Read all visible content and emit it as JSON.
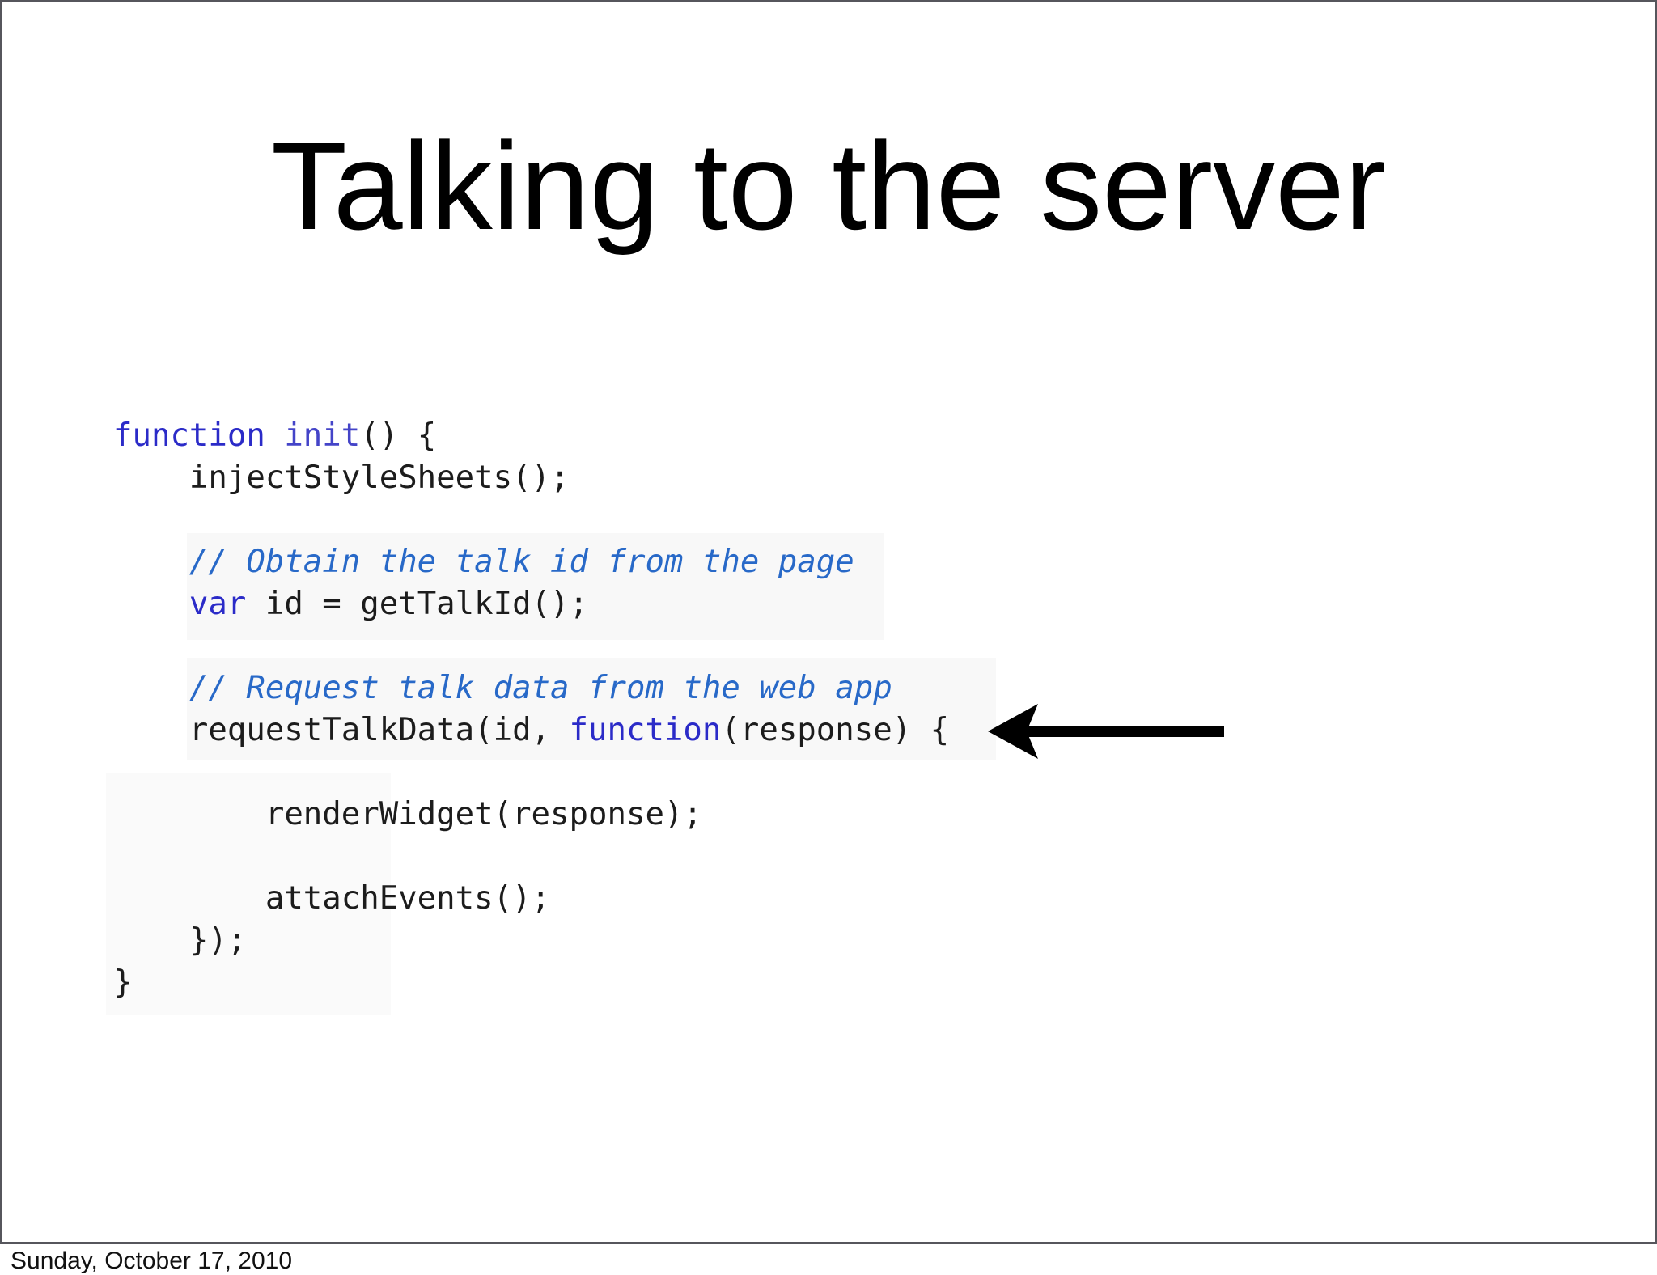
{
  "slide": {
    "title": "Talking to the server",
    "footer": "Sunday, October 17, 2010"
  },
  "colors": {
    "keyword": "#2b2bc8",
    "function_name": "#4444c8",
    "comment": "#2869c8",
    "code_text": "#1c1c1c",
    "frame_border": "#56565c",
    "arrow": "#000000",
    "background": "#ffffff"
  },
  "code": {
    "language": "javascript",
    "lines": [
      [
        {
          "t": "k",
          "s": "function"
        },
        {
          "t": "p",
          "s": " "
        },
        {
          "t": "f",
          "s": "init"
        },
        {
          "t": "p",
          "s": "() {"
        }
      ],
      [
        {
          "t": "p",
          "s": "    injectStyleSheets();"
        }
      ],
      [],
      [
        {
          "t": "p",
          "s": "    "
        },
        {
          "t": "c",
          "s": "// Obtain the talk id from the page"
        }
      ],
      [
        {
          "t": "p",
          "s": "    "
        },
        {
          "t": "k",
          "s": "var"
        },
        {
          "t": "p",
          "s": " id = getTalkId();"
        }
      ],
      [],
      [
        {
          "t": "p",
          "s": "    "
        },
        {
          "t": "c",
          "s": "// Request talk data from the web app"
        }
      ],
      [
        {
          "t": "p",
          "s": "    requestTalkData(id, "
        },
        {
          "t": "k",
          "s": "function"
        },
        {
          "t": "p",
          "s": "(response) {"
        }
      ],
      [],
      [
        {
          "t": "p",
          "s": "        renderWidget(response);"
        }
      ],
      [],
      [
        {
          "t": "p",
          "s": "        attachEvents();"
        }
      ],
      [
        {
          "t": "p",
          "s": "    });"
        }
      ],
      [
        {
          "t": "p",
          "s": "}"
        }
      ]
    ]
  },
  "annotations": {
    "arrow": {
      "icon": "left-arrow-icon",
      "direction": "left",
      "points_to_line": "    requestTalkData(id, function(response) {"
    }
  }
}
